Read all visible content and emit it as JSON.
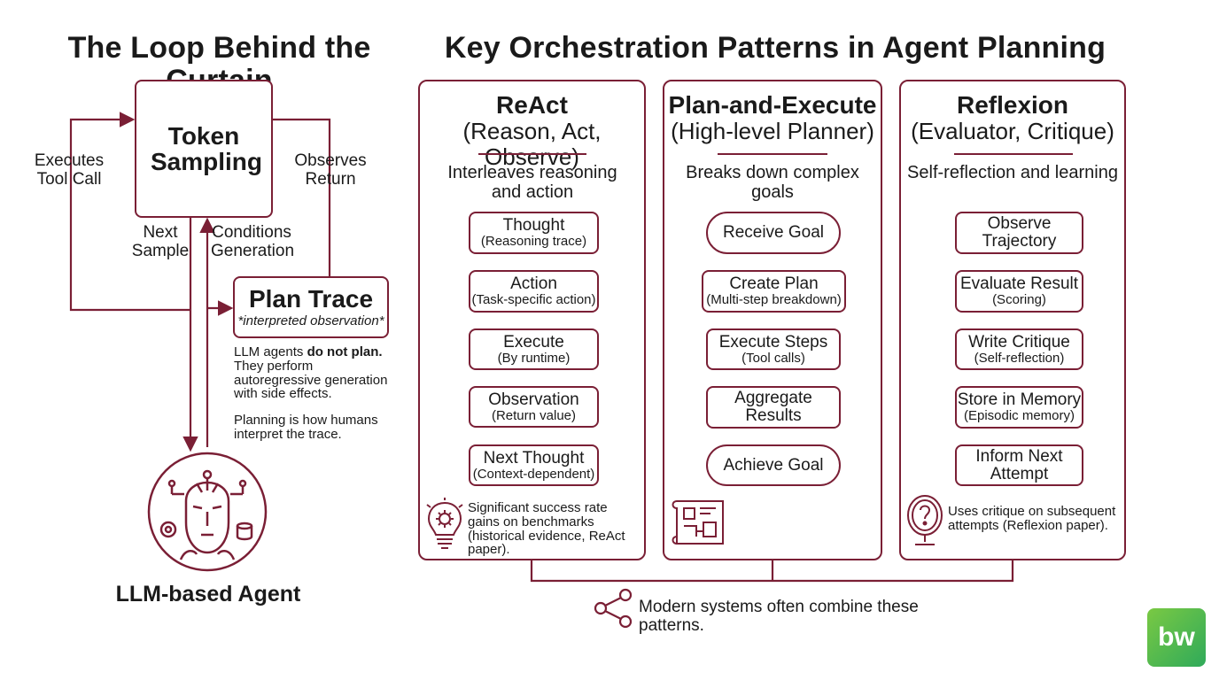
{
  "colors": {
    "accent": "#7a1f35",
    "logo_green": "#5cb85c",
    "logo_text": "#ffffff"
  },
  "left": {
    "title": "The Loop Behind the Curtain",
    "token_sampling": "Token Sampling",
    "executes_tool_call": "Executes Tool Call",
    "observes_return": "Observes Return",
    "next_sample": "Next Sample",
    "conditions_generation": "Conditions Generation",
    "plan_trace_title": "Plan Trace",
    "plan_trace_sub": "*interpreted observation*",
    "note_part1": "LLM agents ",
    "note_bold": "do not plan.",
    "note_part2": "They perform autoregressive generation with side effects.",
    "note_2": "Planning is how humans interpret the trace.",
    "agent_icon": "robot-head-icon",
    "agent_label": "LLM-based Agent"
  },
  "right": {
    "title": "Key Orchestration Patterns in Agent Planning",
    "cards": [
      {
        "title": "ReAct",
        "subtitle": "(Reason, Act, Observe)",
        "desc": "Interleaves reasoning and action",
        "steps": [
          {
            "label": "Thought",
            "sub": "(Reasoning trace)"
          },
          {
            "label": "Action",
            "sub": "(Task-specific action)"
          },
          {
            "label": "Execute",
            "sub": "(By runtime)"
          },
          {
            "label": "Observation",
            "sub": "(Return value)"
          },
          {
            "label": "Next Thought",
            "sub": "(Context-dependent)"
          }
        ],
        "footer_icon": "lightbulb-gear-icon",
        "footer": "Significant success rate gains on benchmarks (historical evidence, ReAct paper)."
      },
      {
        "title": "Plan-and-Execute",
        "subtitle": "(High-level Planner)",
        "desc": "Breaks down complex goals",
        "steps": [
          {
            "label": "Receive Goal",
            "sub": ""
          },
          {
            "label": "Create Plan",
            "sub": "(Multi-step breakdown)"
          },
          {
            "label": "Execute Steps",
            "sub": "(Tool calls)"
          },
          {
            "label": "Aggregate Results",
            "sub": ""
          },
          {
            "label": "Achieve Goal",
            "sub": ""
          }
        ],
        "footer_icon": "blueprint-icon",
        "footer": ""
      },
      {
        "title": "Reflexion",
        "subtitle": "(Evaluator, Critique)",
        "desc": "Self-reflection and learning",
        "steps": [
          {
            "label": "Observe Trajectory",
            "sub": ""
          },
          {
            "label": "Evaluate Result",
            "sub": "(Scoring)"
          },
          {
            "label": "Write Critique",
            "sub": "(Self-reflection)"
          },
          {
            "label": "Store in Memory",
            "sub": "(Episodic memory)"
          },
          {
            "label": "Inform Next Attempt",
            "sub": ""
          }
        ],
        "footer_icon": "mirror-question-icon",
        "footer": "Uses critique on subsequent attempts (Reflexion paper)."
      }
    ],
    "combine_icon": "share-icon",
    "combine_text": "Modern systems often combine these patterns."
  },
  "logo": {
    "text": "bw",
    "icon": "bw-logo-icon"
  }
}
